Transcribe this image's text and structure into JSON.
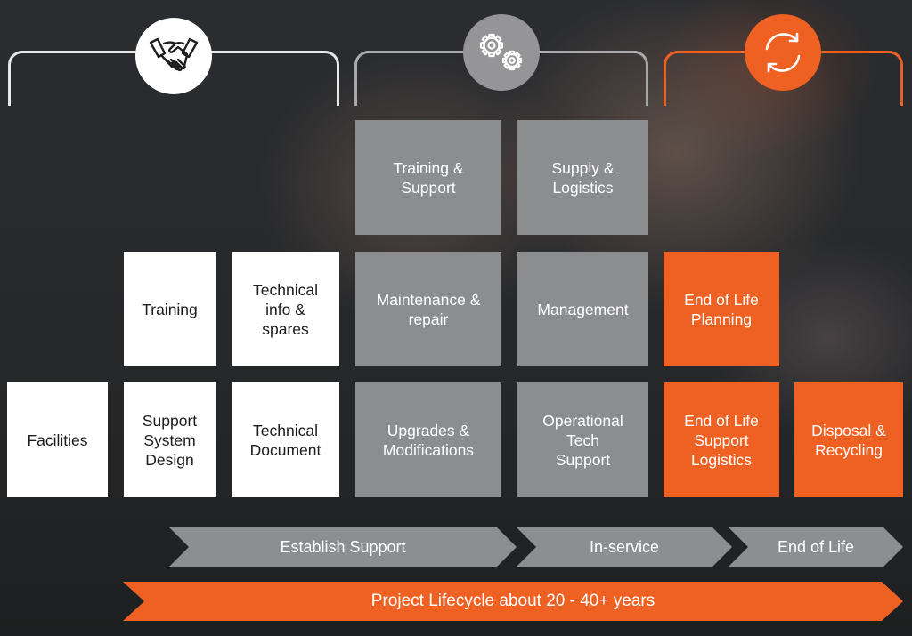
{
  "phases": [
    {
      "id": "establish",
      "icon": "handshake-icon"
    },
    {
      "id": "in-service",
      "icon": "gears-icon"
    },
    {
      "id": "end-of-life",
      "icon": "refresh-icon"
    }
  ],
  "colors": {
    "white_box": "#ffffff",
    "grey_box": "#8c8d8f",
    "orange": "#ee6123",
    "dark_text": "#1c1c1c"
  },
  "boxes": {
    "facilities": "Facilities",
    "support_system_design": "Support\nSystem\nDesign",
    "training": "Training",
    "technical_info_spares": "Technical\ninfo &\nspares",
    "technical_document": "Technical\nDocument",
    "training_support": "Training &\nSupport",
    "maintenance_repair": "Maintenance &\nrepair",
    "upgrades_modifications": "Upgrades &\nModifications",
    "supply_logistics": "Supply &\nLogistics",
    "management": "Management",
    "operational_tech_support": "Operational\nTech\nSupport",
    "end_of_life_planning": "End of Life\nPlanning",
    "end_of_life_support_logistics": "End of Life\nSupport\nLogistics",
    "disposal_recycling": "Disposal &\nRecycling"
  },
  "arrows": {
    "establish_support": "Establish Support",
    "in_service": "In-service",
    "end_of_life": "End of Life",
    "lifecycle": "Project Lifecycle about 20 - 40+ years"
  }
}
